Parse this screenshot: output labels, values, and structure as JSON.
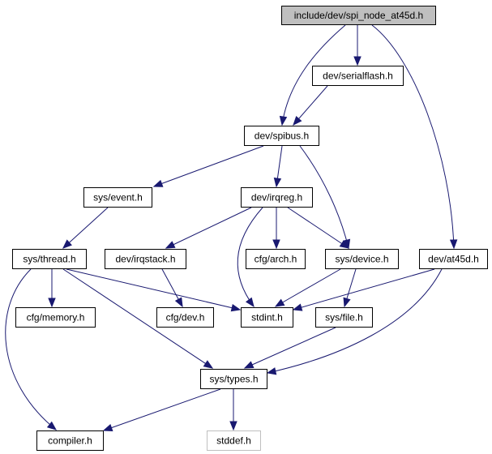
{
  "graph": {
    "nodes": [
      {
        "id": "root",
        "label": "include/dev/spi_node_at45d.h",
        "style": "root"
      },
      {
        "id": "serialflash",
        "label": "dev/serialflash.h",
        "style": "normal"
      },
      {
        "id": "spibus",
        "label": "dev/spibus.h",
        "style": "normal"
      },
      {
        "id": "event",
        "label": "sys/event.h",
        "style": "normal"
      },
      {
        "id": "irqreg",
        "label": "dev/irqreg.h",
        "style": "normal"
      },
      {
        "id": "thread",
        "label": "sys/thread.h",
        "style": "normal"
      },
      {
        "id": "irqstack",
        "label": "dev/irqstack.h",
        "style": "normal"
      },
      {
        "id": "arch",
        "label": "cfg/arch.h",
        "style": "normal"
      },
      {
        "id": "device",
        "label": "sys/device.h",
        "style": "normal"
      },
      {
        "id": "at45d",
        "label": "dev/at45d.h",
        "style": "normal"
      },
      {
        "id": "memory",
        "label": "cfg/memory.h",
        "style": "normal"
      },
      {
        "id": "cfgdev",
        "label": "cfg/dev.h",
        "style": "normal"
      },
      {
        "id": "stdint",
        "label": "stdint.h",
        "style": "normal"
      },
      {
        "id": "file",
        "label": "sys/file.h",
        "style": "normal"
      },
      {
        "id": "types",
        "label": "sys/types.h",
        "style": "normal"
      },
      {
        "id": "compiler",
        "label": "compiler.h",
        "style": "normal"
      },
      {
        "id": "stddef",
        "label": "stddef.h",
        "style": "missing"
      }
    ],
    "edges": [
      {
        "from": "root",
        "to": "serialflash"
      },
      {
        "from": "root",
        "to": "spibus"
      },
      {
        "from": "root",
        "to": "at45d"
      },
      {
        "from": "serialflash",
        "to": "spibus"
      },
      {
        "from": "spibus",
        "to": "event"
      },
      {
        "from": "spibus",
        "to": "irqreg"
      },
      {
        "from": "spibus",
        "to": "device"
      },
      {
        "from": "event",
        "to": "thread"
      },
      {
        "from": "irqreg",
        "to": "irqstack"
      },
      {
        "from": "irqreg",
        "to": "arch"
      },
      {
        "from": "irqreg",
        "to": "device"
      },
      {
        "from": "irqreg",
        "to": "stdint"
      },
      {
        "from": "thread",
        "to": "memory"
      },
      {
        "from": "thread",
        "to": "stdint"
      },
      {
        "from": "thread",
        "to": "types"
      },
      {
        "from": "thread",
        "to": "compiler"
      },
      {
        "from": "irqstack",
        "to": "cfgdev"
      },
      {
        "from": "device",
        "to": "stdint"
      },
      {
        "from": "device",
        "to": "file"
      },
      {
        "from": "at45d",
        "to": "stdint"
      },
      {
        "from": "at45d",
        "to": "types"
      },
      {
        "from": "file",
        "to": "types"
      },
      {
        "from": "types",
        "to": "compiler"
      },
      {
        "from": "types",
        "to": "stddef"
      }
    ]
  },
  "colors": {
    "edge": "#191970",
    "root_fill": "#bfbfbf",
    "missing_border": "#bfbfbf"
  }
}
